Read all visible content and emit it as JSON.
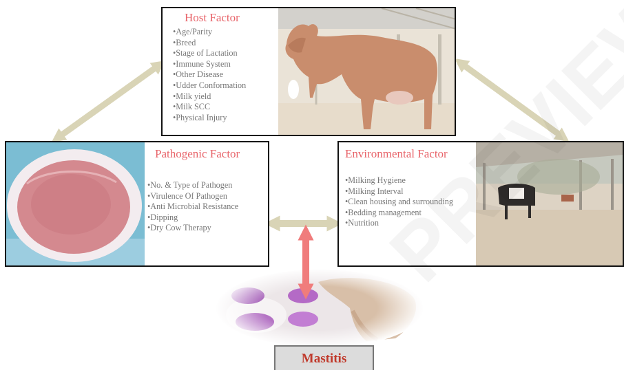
{
  "host": {
    "title": "Host Factor",
    "items": [
      "Age/Parity",
      "Breed",
      "Stage of Lactation",
      "Immune System",
      "Other Disease",
      "Udder Conformation",
      "Milk yield",
      "Milk SCC",
      "Physical Injury"
    ]
  },
  "pathogenic": {
    "title": "Pathogenic Factor",
    "items": [
      "No. & Type of Pathogen",
      "Virulence Of Pathogen",
      "Anti Microbial Resistance",
      "Dipping",
      "Dry Cow Therapy"
    ]
  },
  "environmental": {
    "title": "Environmental Factor",
    "items": [
      "Milking Hygiene",
      "Milking Interval",
      "Clean housing and surrounding",
      "Bedding management",
      "Nutrition"
    ]
  },
  "outcome": {
    "label": "Mastitis"
  },
  "watermark": "PREVIEW",
  "colors": {
    "title_red": "#e8646a",
    "arrow_beige": "#d9d4b6",
    "arrow_red": "#f07c7c",
    "mastitis_text": "#c0392b"
  }
}
